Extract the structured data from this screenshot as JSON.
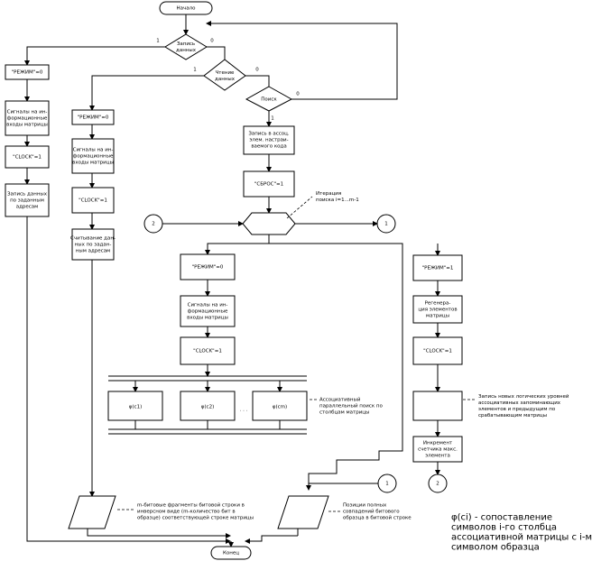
{
  "terminals": {
    "start": "Начало",
    "end": "Конец"
  },
  "decisions": {
    "write": [
      "Запись",
      "данных"
    ],
    "read": [
      "Чтение",
      "данных"
    ],
    "search": [
      "Поиск"
    ],
    "iteration": [
      "Итерация",
      "поиска i=1...m-1"
    ],
    "write_yes": "1",
    "write_no": "0",
    "read_yes": "1",
    "read_no": "0",
    "search_yes": "1",
    "search_no": "0"
  },
  "write_branch": {
    "mode": "\"РЕЖИМ\"=0",
    "signals": [
      "Сигналы на ин-",
      "формационные",
      "входы матрицы"
    ],
    "clock": "\"CLOCK\"=1",
    "store": [
      "Запись данных",
      "по заданным",
      "адресам"
    ]
  },
  "read_branch": {
    "mode": "\"РЕЖИМ\"=0",
    "signals": [
      "Сигналы на ин-",
      "формационные",
      "входы матрицы"
    ],
    "clock": "\"CLOCK\"=1",
    "fetch": [
      "Считывание дан-",
      "ных по задан-",
      "ным адресам"
    ]
  },
  "search_branch": {
    "init": [
      "Запись в ассоц.",
      "элем. настраи-",
      "ваемого кода"
    ],
    "reset": "\"СБРОС\"=1",
    "mode": "\"РЕЖИМ\"=0",
    "signals": [
      "Сигналы на ин-",
      "формационные",
      "входы матрицы"
    ],
    "clock": "\"CLOCK\"=1",
    "phi": [
      "φ(c1)",
      "φ(c2)",
      "φ(cm)"
    ],
    "phi_dots": ". . .",
    "parallel_note": [
      "Ассоциативный",
      "параллельный поиск по",
      "столбцам матрицы"
    ]
  },
  "right_branch": {
    "mode": "\"РЕЖИМ\"=1",
    "regen": [
      "Регенера-",
      "ция элементов",
      "матрицы"
    ],
    "clock": "\"CLOCK\"=1",
    "logic_note": [
      "Запись новых логических уровней",
      "ассоциативных запоминающих",
      "элементов и предыдущим по",
      "срабатывающим матрицы"
    ],
    "increment": [
      "Инкремент",
      "счетчика макс.",
      "элемента"
    ]
  },
  "connectors": {
    "two": "2",
    "one": "1"
  },
  "bottom": {
    "left_note": [
      "m-битовые фрагменты битовой строки в",
      "инверсном виде (m-количество бит в",
      "образце) соответствующей строке матрицы"
    ],
    "right_note": [
      "Позиции полных",
      "совпадений битового",
      "образца в битовой строке"
    ]
  },
  "legend": [
    "φ(ci) - сопоставление",
    "символов i-го столбца",
    "ассоциативной матрицы с i-м",
    "символом образца"
  ]
}
